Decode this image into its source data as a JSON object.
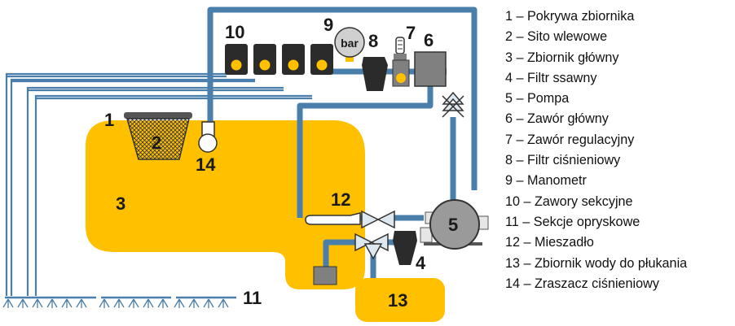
{
  "colors": {
    "tank": "#ffc000",
    "pipe": "#4a7eab",
    "device_dark": "#2b2b2b",
    "device_gray": "#808080",
    "pump": "#9a9a9a",
    "valve": "#dde8f0"
  },
  "labels": {
    "n1": "1",
    "n2": "2",
    "n3": "3",
    "n4": "4",
    "n5": "5",
    "n6": "6",
    "n7": "7",
    "n8": "8",
    "n9": "9",
    "n10": "10",
    "n11": "11",
    "n12": "12",
    "n13": "13",
    "n14": "14",
    "gauge_unit": "bar"
  },
  "legend": [
    "1 – Pokrywa zbiornika",
    "2 – Sito wlewowe",
    "3 – Zbiornik główny",
    "4 – Filtr ssawny",
    "5 – Pompa",
    "6 – Zawór główny",
    "7 – Zawór regulacyjny",
    "8 – Filtr ciśnieniowy",
    "9 – Manometr",
    "10 – Zawory sekcyjne",
    "11 – Sekcje opryskowe",
    "12 – Mieszadło",
    "13 – Zbiornik wody do płukania",
    "14 – Zraszacz ciśnieniowy"
  ]
}
